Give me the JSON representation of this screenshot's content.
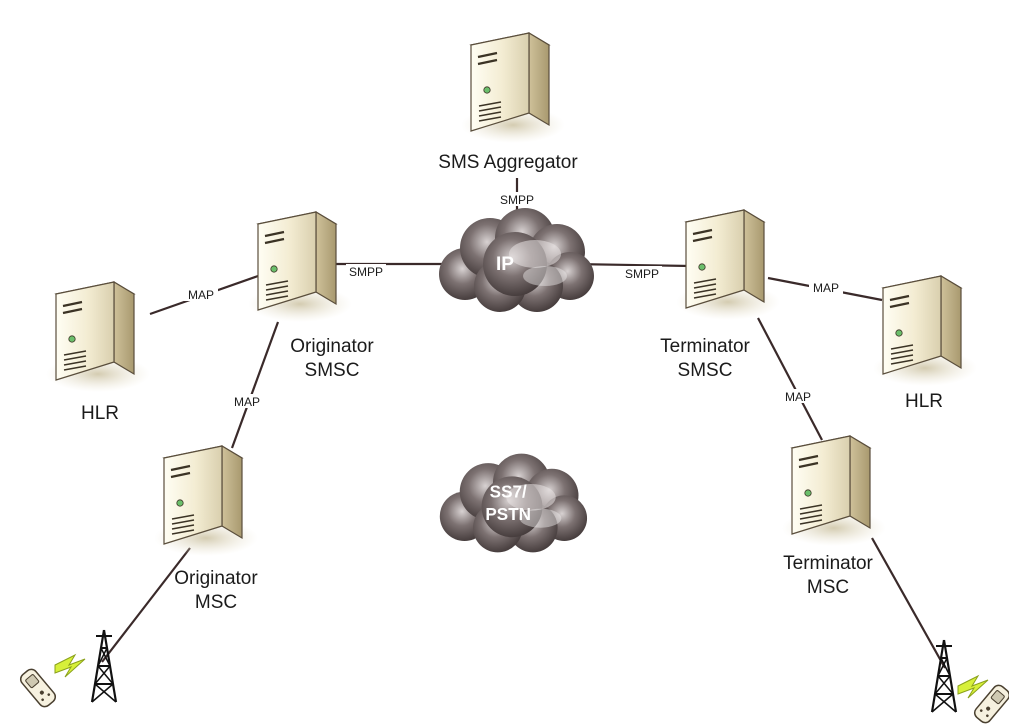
{
  "nodes": {
    "sms_aggregator": {
      "label_lines": [
        "SMS Aggregator"
      ]
    },
    "originator_smsc": {
      "label_lines": [
        "Originator",
        "SMSC"
      ]
    },
    "terminator_smsc": {
      "label_lines": [
        "Terminator",
        "SMSC"
      ]
    },
    "hlr_left": {
      "label_lines": [
        "HLR"
      ]
    },
    "hlr_right": {
      "label_lines": [
        "HLR"
      ]
    },
    "originator_msc": {
      "label_lines": [
        "Originator",
        "MSC"
      ]
    },
    "terminator_msc": {
      "label_lines": [
        "Terminator",
        "MSC"
      ]
    }
  },
  "clouds": {
    "ip": {
      "label_lines": [
        "IP"
      ]
    },
    "ss7": {
      "label_lines": [
        "SS7/",
        "PSTN"
      ]
    }
  },
  "edges": {
    "aggregator_ip": "SMPP",
    "orig_smsc_ip": "SMPP",
    "ip_term_smsc": "SMPP",
    "hlr_orig_smsc": "MAP",
    "orig_smsc_msc": "MAP",
    "term_smsc_hlr": "MAP",
    "term_smsc_msc": "MAP"
  },
  "icons": {
    "server": "server-tower-icon",
    "cloud": "network-cloud-icon",
    "tower": "cell-tower-icon",
    "phone": "mobile-phone-icon",
    "signal": "lightning-signal-icon"
  }
}
